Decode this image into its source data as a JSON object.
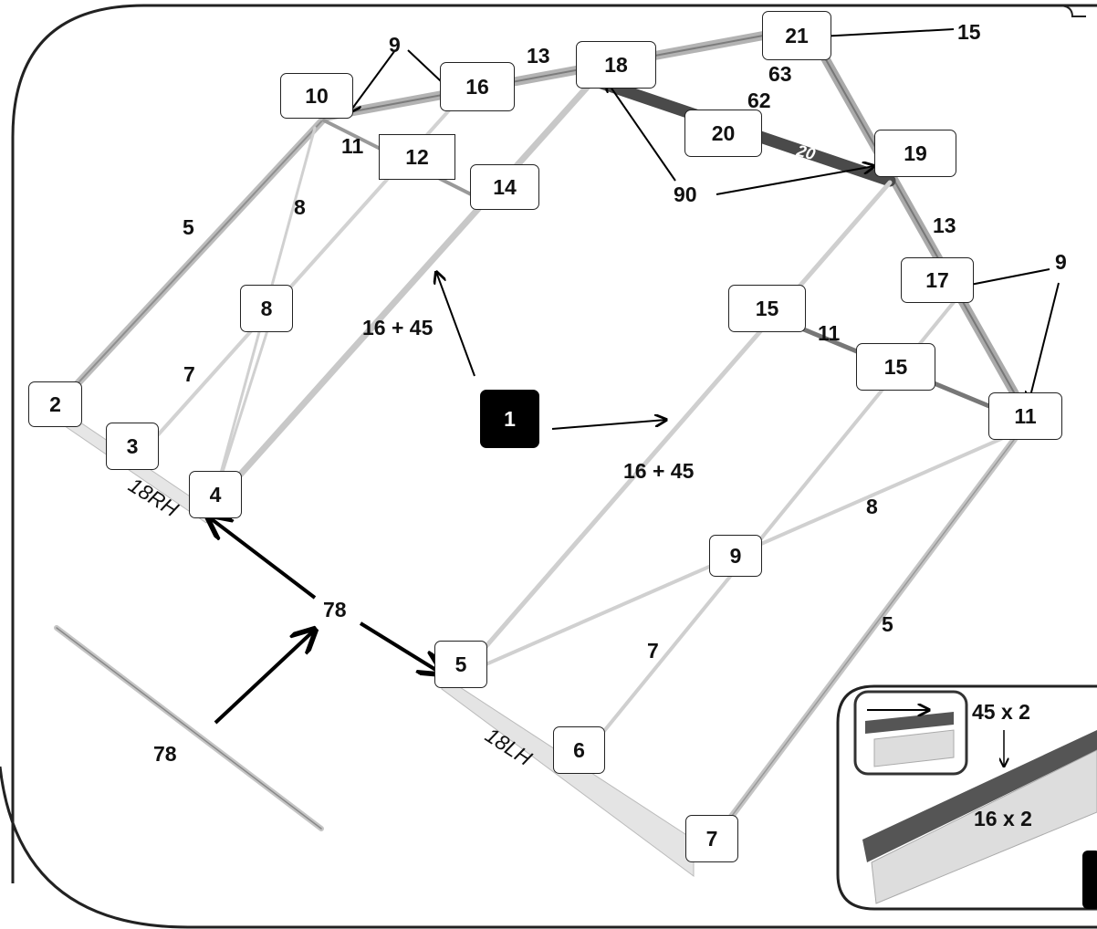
{
  "parts": {
    "p1": "1",
    "p2": "2",
    "p3": "3",
    "p4": "4",
    "p5": "5",
    "p6": "6",
    "p7": "7",
    "p8": "8",
    "p9": "9",
    "p10": "10",
    "p11a": "11",
    "p12": "12",
    "p14": "14",
    "p15a": "15",
    "p15b": "15",
    "p16": "16",
    "p17": "17",
    "p18": "18",
    "p19": "19",
    "p20": "20",
    "p21": "21"
  },
  "labels": {
    "l9_top": "9",
    "l13_top": "13",
    "l15_top": "15",
    "l63": "63",
    "l62": "62",
    "l11_top": "11",
    "l8_left": "8",
    "l5_left": "5",
    "l90": "90",
    "l13_right": "13",
    "l9_right": "9",
    "l16_45_left": "16 + 45",
    "l7_left": "7",
    "l11_mid": "11",
    "l16_45_mid": "16 + 45",
    "l8_right": "8",
    "l78_center": "78",
    "l7_mid": "7",
    "l5_right": "5",
    "l78_bottom": "78"
  },
  "rail_labels": {
    "r18rh": "18RH",
    "r18lh": "18LH",
    "r20": "20"
  },
  "inset": {
    "l45": "45 x 2",
    "l16": "16 x 2"
  }
}
